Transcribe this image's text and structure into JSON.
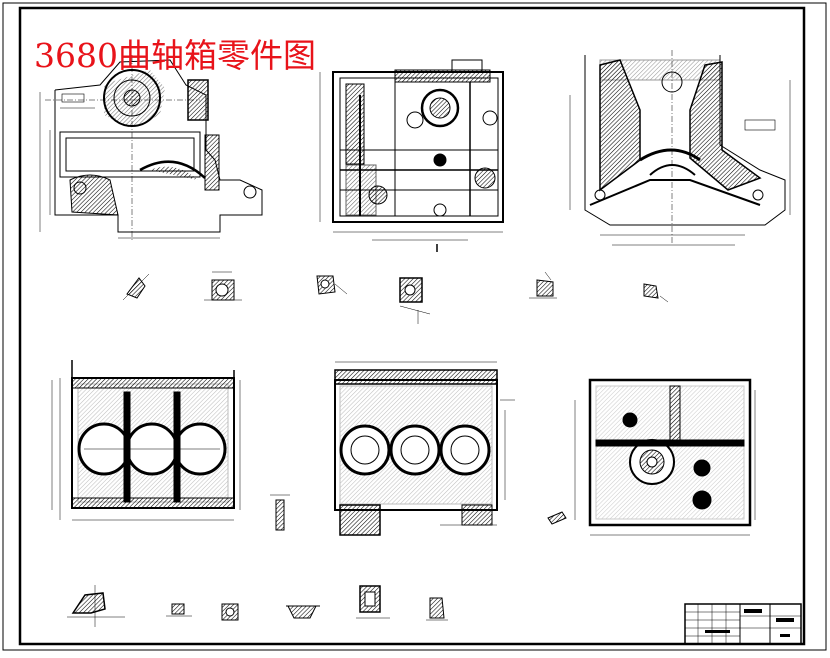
{
  "drawing": {
    "title": "3680曲轴箱零件图",
    "colors": {
      "ink": "#000000",
      "title": "#e8131a",
      "paper": "#ffffff"
    },
    "views": [
      "front-view",
      "side-view",
      "top-view",
      "section-view-a",
      "section-view-b",
      "section-view-c",
      "detail-views-row-1",
      "detail-views-row-2"
    ]
  }
}
